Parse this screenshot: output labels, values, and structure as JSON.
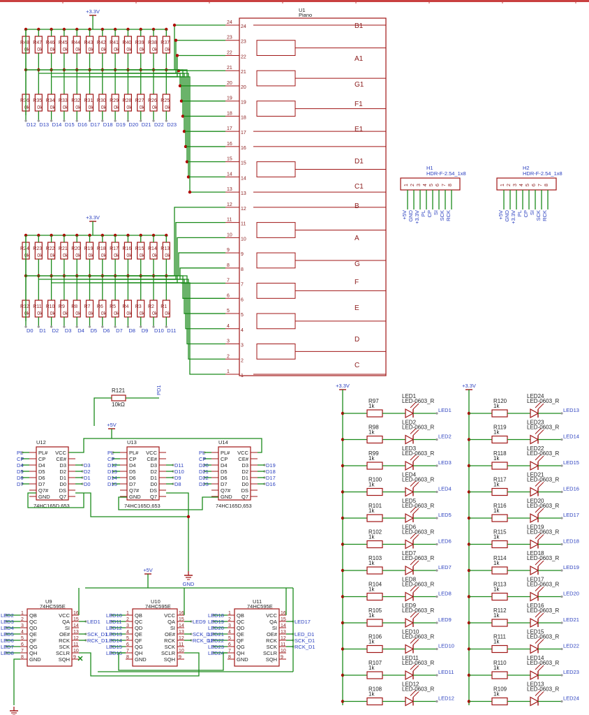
{
  "piano": {
    "ref": "U1",
    "value": "Piano",
    "notes": [
      "B1",
      "A1",
      "G1",
      "F1",
      "E1",
      "D1",
      "C1",
      "B",
      "A",
      "G",
      "F",
      "E",
      "D",
      "C"
    ],
    "pins": [
      "24",
      "23",
      "22",
      "21",
      "20",
      "19",
      "18",
      "17",
      "16",
      "15",
      "14",
      "13",
      "12",
      "11",
      "10",
      "9",
      "8",
      "7",
      "6",
      "5",
      "4",
      "3",
      "2",
      "1"
    ]
  },
  "power": {
    "v33": "+3.3V",
    "v5": "+5V",
    "gnd": "GND"
  },
  "resistor_value": "0k",
  "top_res_refs": [
    "R48",
    "R47",
    "R46",
    "R45",
    "R44",
    "R43",
    "R42",
    "R41",
    "R40",
    "R39",
    "R38",
    "R37"
  ],
  "top_res_refs2": [
    "R36",
    "R35",
    "R34",
    "R33",
    "R32",
    "R31",
    "R30",
    "R29",
    "R28",
    "R27",
    "R26",
    "R25"
  ],
  "bot_res_refs": [
    "R24",
    "R23",
    "R22",
    "R21",
    "R20",
    "R19",
    "R18",
    "R17",
    "R16",
    "R15",
    "R14",
    "R13"
  ],
  "bot_res_refs2": [
    "R12",
    "R11",
    "R10",
    "R9",
    "R8",
    "R7",
    "R6",
    "R5",
    "R4",
    "R3",
    "R2",
    "R1"
  ],
  "top_nets": [
    "D12",
    "D13",
    "D14",
    "D15",
    "D16",
    "D17",
    "D18",
    "D19",
    "D20",
    "D21",
    "D22",
    "D23"
  ],
  "bot_nets": [
    "D0",
    "D1",
    "D2",
    "D3",
    "D4",
    "D5",
    "D6",
    "D7",
    "D8",
    "D9",
    "D10",
    "D11"
  ],
  "headers": [
    {
      "ref": "H1",
      "value": "HDR-F-2.54_1x8",
      "pins": [
        "1",
        "2",
        "3",
        "4",
        "5",
        "6",
        "7",
        "8"
      ],
      "nets": [
        "+5V",
        "GND",
        "+3.3V",
        "PL",
        "CP",
        "SI",
        "SCK",
        "RCK"
      ]
    },
    {
      "ref": "H2",
      "value": "HDR-F-2.54_1x8",
      "pins": [
        "1",
        "2",
        "3",
        "4",
        "5",
        "6",
        "7",
        "8"
      ],
      "nets": [
        "+5V",
        "GND",
        "+3.3V",
        "PL",
        "CP",
        "SI",
        "SCK",
        "RCK"
      ]
    }
  ],
  "pullup": {
    "ref": "R121",
    "value": "10kΩ",
    "net": "PD1"
  },
  "shift_in": [
    {
      "ref": "U12",
      "value": "74HC165D,653",
      "left": [
        "PL#",
        "CP",
        "D4",
        "D5",
        "D6",
        "D7",
        "Q7#",
        "GND"
      ],
      "right": [
        "VCC",
        "CE#",
        "D3",
        "D2",
        "D1",
        "D0",
        "DS",
        "Q7"
      ],
      "lnets": [
        "PL",
        "CP",
        "D4",
        "D5",
        "D6",
        "D7"
      ],
      "rnets": [
        "D3",
        "D2",
        "D1",
        "D0"
      ]
    },
    {
      "ref": "U13",
      "value": "74HC165D,653",
      "left": [
        "PL#",
        "CP",
        "D4",
        "D5",
        "D6",
        "D7",
        "Q7#",
        "GND"
      ],
      "right": [
        "VCC",
        "CE#",
        "D3",
        "D2",
        "D1",
        "D0",
        "DS",
        "Q7"
      ],
      "lnets": [
        "PL",
        "CP",
        "D12",
        "D13",
        "D14",
        "D15"
      ],
      "rnets": [
        "D11",
        "D10",
        "D9",
        "D8"
      ]
    },
    {
      "ref": "U14",
      "value": "74HC165D,653",
      "left": [
        "PL#",
        "CP",
        "D4",
        "D5",
        "D6",
        "D7",
        "Q7#",
        "GND"
      ],
      "right": [
        "VCC",
        "CE#",
        "D3",
        "D2",
        "D1",
        "D0",
        "DS",
        "Q7"
      ],
      "lnets": [
        "PL",
        "CP",
        "D20",
        "D21",
        "D22",
        "D23"
      ],
      "rnets": [
        "D19",
        "D18",
        "D17",
        "D16"
      ]
    }
  ],
  "shift_out": [
    {
      "ref": "U9",
      "value": "74HC595E",
      "left": [
        "QB",
        "QC",
        "QD",
        "QE",
        "QF",
        "QG",
        "QH",
        "GND"
      ],
      "right": [
        "VCC",
        "QA",
        "SI",
        "OE#",
        "RCK",
        "SCK",
        "SCLR",
        "SQH"
      ],
      "lnets": [
        "LED2",
        "LED3",
        "LED4",
        "LED5",
        "LED6",
        "LED7",
        "LED8"
      ],
      "rnets": [
        "LED1",
        "SCK_D1",
        "RCK_D1"
      ]
    },
    {
      "ref": "U10",
      "value": "74HC595E",
      "left": [
        "QB",
        "QC",
        "QD",
        "QE",
        "QF",
        "QG",
        "QH",
        "GND"
      ],
      "right": [
        "VCC",
        "QA",
        "SI",
        "OE#",
        "RCK",
        "SCK",
        "SCLR",
        "SQH"
      ],
      "lnets": [
        "LED10",
        "LED11",
        "LED12",
        "LED13",
        "LED14",
        "LED15",
        "LED16"
      ],
      "rnets": [
        "LED9",
        "SCK_D1",
        "RCK_D1"
      ]
    },
    {
      "ref": "U11",
      "value": "74HC595E",
      "left": [
        "QB",
        "QC",
        "QD",
        "QE",
        "QF",
        "QG",
        "QH",
        "GND"
      ],
      "right": [
        "VCC",
        "QA",
        "SI",
        "OE#",
        "RCK",
        "SCK",
        "SCLR",
        "SQH"
      ],
      "lnets": [
        "LED18",
        "LED19",
        "LED20",
        "LED21",
        "LED22",
        "LED23",
        "LED24"
      ],
      "rnets": [
        "LED17",
        "LED_D1",
        "SCK_D1",
        "RCK_D1"
      ]
    }
  ],
  "led_left": {
    "res": [
      "R97",
      "R98",
      "R99",
      "R100",
      "R101",
      "R102",
      "R103",
      "R104",
      "R105",
      "R106",
      "R107",
      "R108"
    ],
    "leds": [
      "LED1",
      "LED2",
      "LED3",
      "LED4",
      "LED5",
      "LED6",
      "LED7",
      "LED8",
      "LED9",
      "LED10",
      "LED11",
      "LED12"
    ],
    "nets": [
      "LED1",
      "LED2",
      "LED3",
      "LED4",
      "LED5",
      "LED6",
      "LED7",
      "LED8",
      "LED9",
      "LED10",
      "LED11",
      "LED12"
    ]
  },
  "led_right": {
    "res": [
      "R120",
      "R119",
      "R118",
      "R117",
      "R116",
      "R115",
      "R114",
      "R113",
      "R112",
      "R111",
      "R110",
      "R109"
    ],
    "leds": [
      "LED24",
      "LED23",
      "LED22",
      "LED21",
      "LED20",
      "LED19",
      "LED18",
      "LED17",
      "LED16",
      "LED15",
      "LED14",
      "LED13"
    ],
    "nets": [
      "LED13",
      "LED14",
      "LED15",
      "LED16",
      "LED17",
      "LED18",
      "LED19",
      "LED20",
      "LED21",
      "LED22",
      "LED23",
      "LED24"
    ]
  },
  "led_res_value": "1k",
  "led_value": "LED-0603_R",
  "colors": {
    "wire": "#1a8a1a",
    "part": "#a01515",
    "net": "#2a3fbf",
    "text": "#222222",
    "junction": "#b00000",
    "power": "#a01515"
  }
}
